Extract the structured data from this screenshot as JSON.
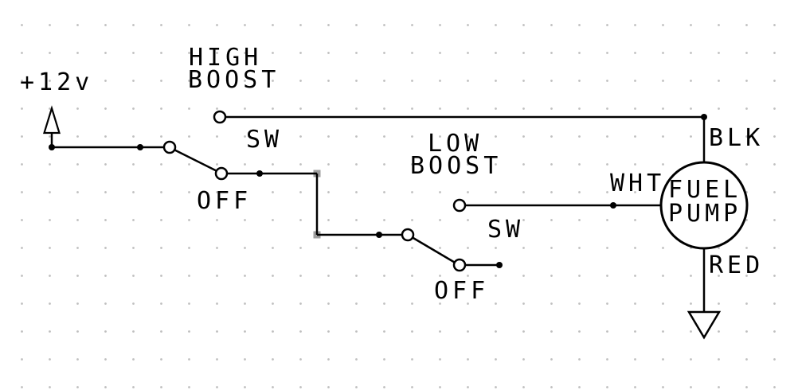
{
  "diagram": {
    "colors": {
      "wire": "#000000",
      "background": "#ffffff",
      "grid_dot": "#bfbfbf",
      "grip": "#9e9e9e"
    },
    "power": {
      "supply_label": "+12v"
    },
    "switch1": {
      "position_top_line1": "HIGH",
      "position_top_line2": "BOOST",
      "name": "SW",
      "position_bottom": "OFF"
    },
    "switch2": {
      "position_top_line1": "LOW",
      "position_top_line2": "BOOST",
      "name": "SW",
      "position_bottom": "OFF"
    },
    "pump": {
      "line1": "FUEL",
      "line2": "PUMP"
    },
    "wires": {
      "black": "BLK",
      "white": "WHT",
      "red": "RED"
    }
  }
}
